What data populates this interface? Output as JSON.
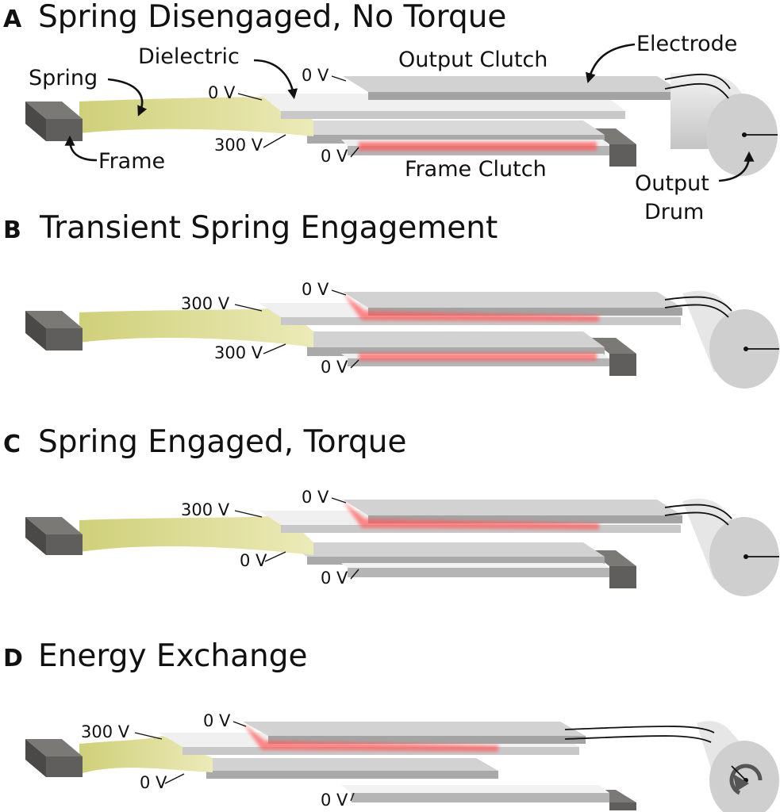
{
  "panels": [
    {
      "letter": "A",
      "title": "Spring Disengaged, No Torque",
      "v_spring": "0 V",
      "v_spring_lower": "300 V",
      "v_output": "0 V",
      "v_frame": "0 V",
      "output_glow": false,
      "frame_glow": true,
      "rotation_arrow": false
    },
    {
      "letter": "B",
      "title": "Transient Spring Engagement",
      "v_spring": "300 V",
      "v_spring_lower": "300 V",
      "v_output": "0 V",
      "v_frame": "0 V",
      "output_glow": true,
      "frame_glow": true,
      "rotation_arrow": false
    },
    {
      "letter": "C",
      "title": "Spring Engaged, Torque",
      "v_spring": "300 V",
      "v_spring_lower": "0 V",
      "v_output": "0 V",
      "v_frame": "0 V",
      "output_glow": true,
      "frame_glow": false,
      "rotation_arrow": false
    },
    {
      "letter": "D",
      "title": "Energy Exchange",
      "v_spring": "300 V",
      "v_spring_lower": "0 V",
      "v_output": "0 V",
      "v_frame": "0 V",
      "output_glow": true,
      "frame_glow": false,
      "rotation_arrow": true
    }
  ],
  "labels": {
    "spring": "Spring",
    "frame": "Frame",
    "dielectric": "Dielectric",
    "output_clutch": "Output Clutch",
    "electrode": "Electrode",
    "frame_clutch": "Frame Clutch",
    "output_drum_1": "Output",
    "output_drum_2": "Drum"
  },
  "colors": {
    "spring": "#e6e6a6",
    "frame_block": "#5f5e5c",
    "plate": "#d2d2d2",
    "dielectric": "#f0f0f0",
    "drum": "#d8d8d8",
    "glow": "#ff5a5a"
  }
}
